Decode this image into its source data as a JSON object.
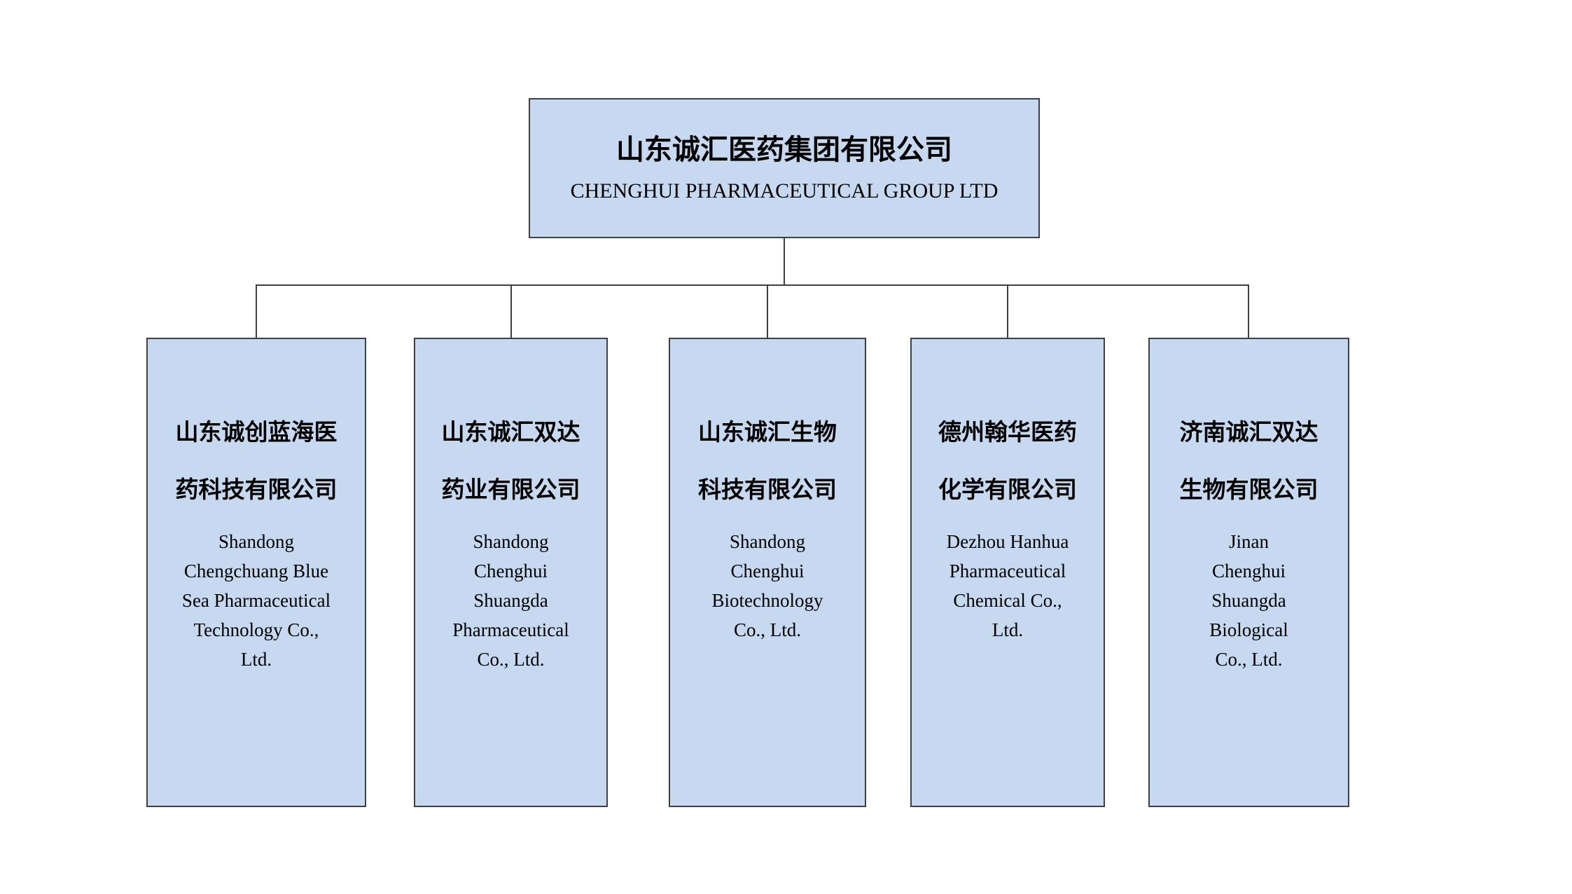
{
  "root": {
    "zh": "山东诚汇医药集团有限公司",
    "en": "CHENGHUI PHARMACEUTICAL GROUP LTD"
  },
  "children": [
    {
      "zh": [
        "山东诚创蓝海医",
        "药科技有限公司"
      ],
      "en": [
        "Shandong",
        "Chengchuang Blue",
        "Sea Pharmaceutical",
        "Technology Co.,",
        "Ltd."
      ]
    },
    {
      "zh": [
        "山东诚汇双达",
        "药业有限公司"
      ],
      "en": [
        "Shandong",
        "Chenghui",
        "Shuangda",
        "Pharmaceutical",
        "Co., Ltd."
      ]
    },
    {
      "zh": [
        "山东诚汇生物",
        "科技有限公司"
      ],
      "en": [
        "Shandong",
        "Chenghui",
        "Biotechnology",
        "Co., Ltd."
      ]
    },
    {
      "zh": [
        "德州翰华医药",
        "化学有限公司"
      ],
      "en": [
        "Dezhou Hanhua",
        "Pharmaceutical",
        "Chemical Co.,",
        "Ltd."
      ]
    },
    {
      "zh": [
        "济南诚汇双达",
        "生物有限公司"
      ],
      "en": [
        "Jinan",
        "Chenghui",
        "Shuangda",
        "Biological",
        "Co., Ltd."
      ]
    }
  ],
  "colors": {
    "box_fill": "#c6d9f0",
    "box_border": "#3f3f3f",
    "connector_line": "#3f3f3f",
    "background": "#ffffff"
  }
}
